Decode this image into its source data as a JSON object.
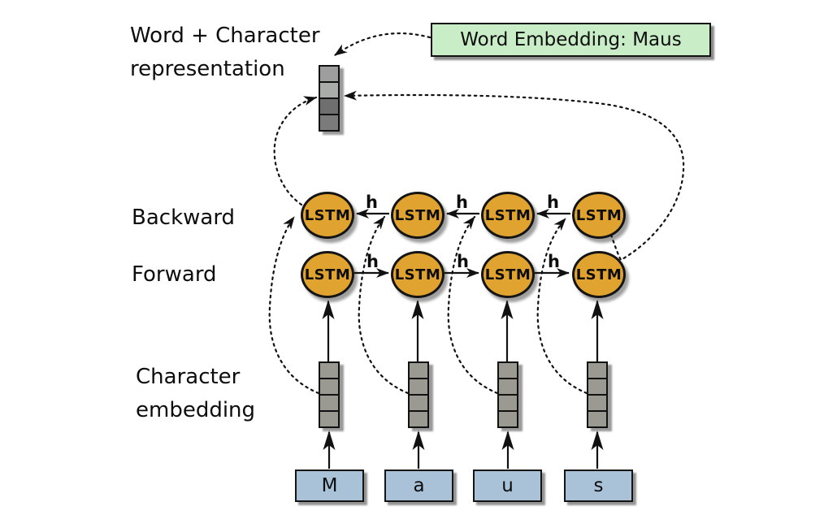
{
  "diagram": {
    "title_line1": "Word + Character",
    "title_line2": "representation",
    "backward_label": "Backward",
    "forward_label": "Forward",
    "char_embedding_line1": "Character",
    "char_embedding_line2": "embedding",
    "word_embedding_label": "Word Embedding: Maus",
    "lstm_label": "LSTM",
    "hidden_state_label": "h",
    "characters": [
      "M",
      "a",
      "u",
      "s"
    ],
    "colors": {
      "lstm_fill": "#e1a32f",
      "word_embedding_fill": "#c9edc7",
      "char_box_fill": "#a9c2d8",
      "char_embedding_cell_fill": "#9a9a92",
      "rep_cell_1": "#9e9e9e",
      "rep_cell_2": "#a9aca8",
      "rep_cell_3": "#6f6f6f",
      "rep_cell_4": "#7b7b7b"
    }
  }
}
